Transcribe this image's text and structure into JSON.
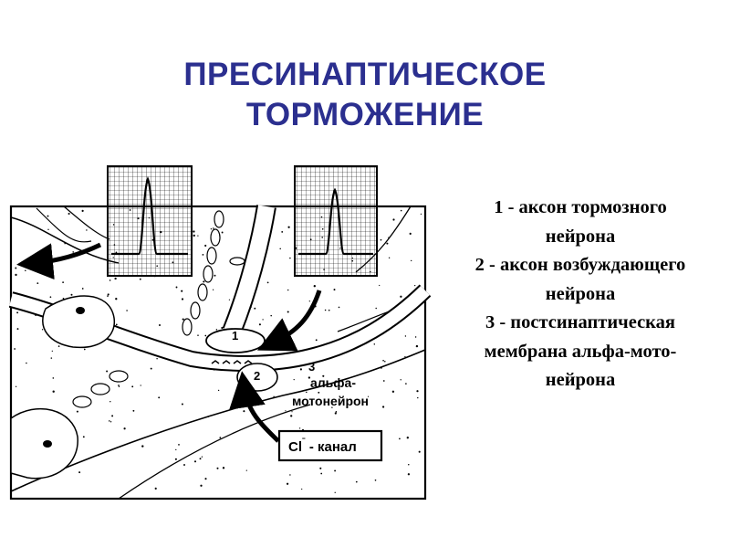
{
  "title": {
    "line1": "ПРЕСИНАПТИЧЕСКОЕ",
    "line2": "ТОРМОЖЕНИЕ"
  },
  "legend": [
    {
      "line1": "1 - аксон тормозного",
      "line2": "нейрона"
    },
    {
      "line1": "2 - аксон возбуждающего",
      "line2": "нейрона"
    },
    {
      "line1": "3 - постсинаптическая",
      "line2": "мембрана альфа-мото-",
      "line3": "нейрона"
    }
  ],
  "figure": {
    "label_1": "1",
    "label_2": "2",
    "label_3": "3",
    "neuron_label_line1": "альфа-",
    "neuron_label_line2": "мотонейрон",
    "channel_label": "Cl",
    "channel_label_sup": "ˉ",
    "channel_label_suffix": " - канал"
  },
  "colors": {
    "title": "#2b2f8f",
    "text": "#000000",
    "background": "#ffffff"
  }
}
